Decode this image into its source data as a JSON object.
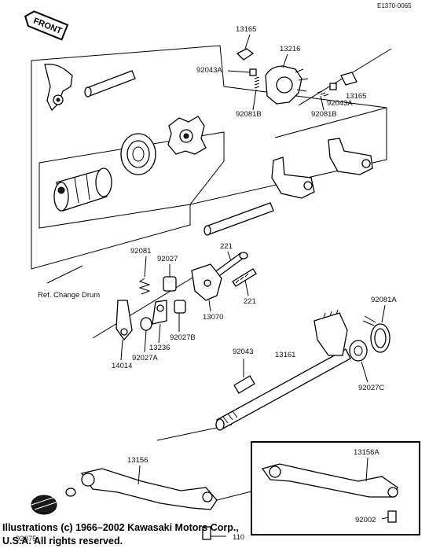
{
  "doc_code": "E1370-0065",
  "front_label": "FRONT",
  "ref_note": "Ref. Change Drum",
  "copyright": "Illustrations (c) 1966–2002 Kawasaki Motors Corp., U.S.A.  All rights reserved.",
  "parts": {
    "p13165_top": "13165",
    "p92043a_left": "92043A",
    "p13216": "13216",
    "p92081b_left": "92081B",
    "p92081b_right": "92081B",
    "p92043a_right": "92043A",
    "p13165_right": "13165",
    "p221_top": "221",
    "p92081": "92081",
    "p92027": "92027",
    "p221_bottom": "221",
    "p13070": "13070",
    "p92027b": "92027B",
    "p13236": "13236",
    "p92027a": "92027A",
    "p14014": "14014",
    "p92081a": "92081A",
    "p92043": "92043",
    "p13161": "13161",
    "p92027c": "92027C",
    "p13156": "13156",
    "p13156a": "13156A",
    "p92075": "92075",
    "p92002": "92002",
    "p110": "110"
  }
}
